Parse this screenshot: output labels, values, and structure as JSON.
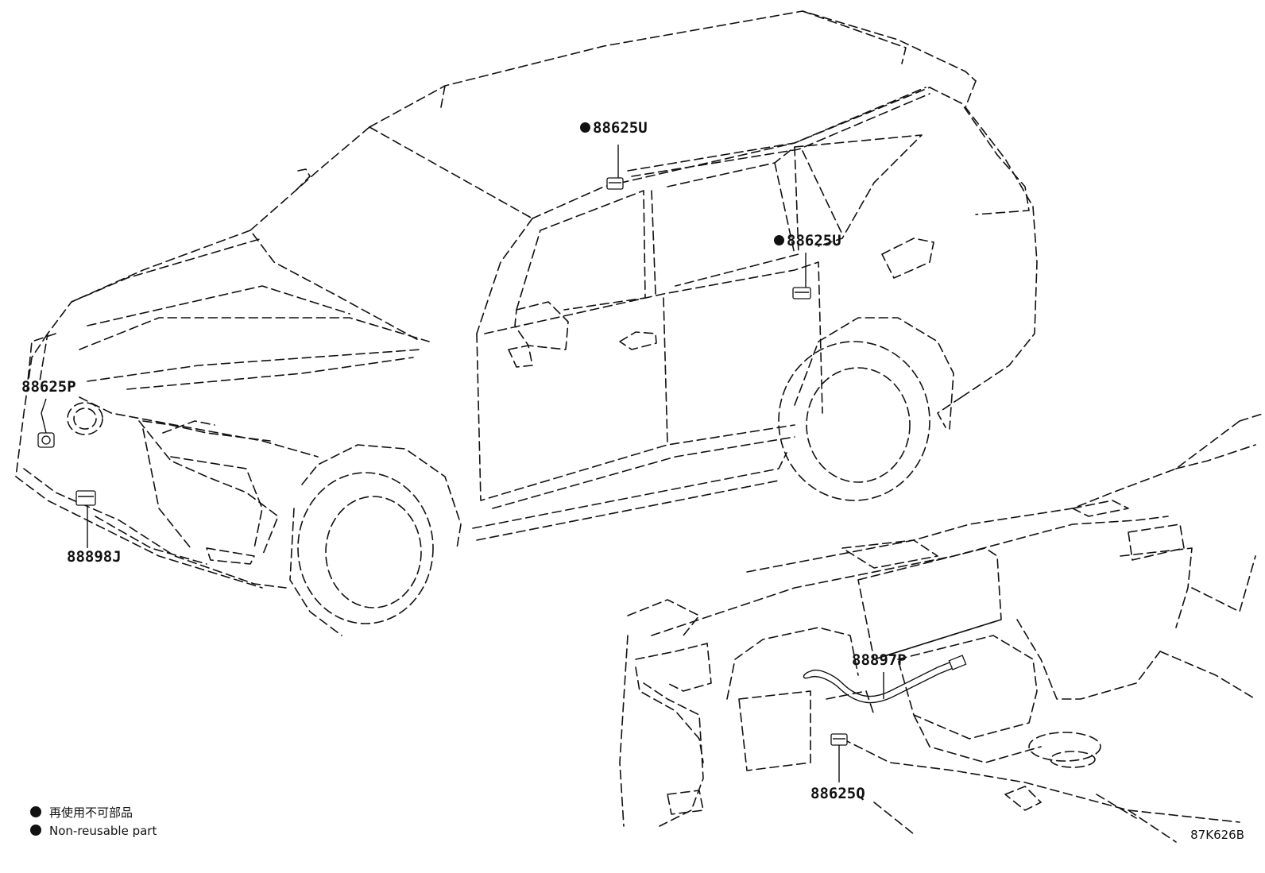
{
  "parts": {
    "roof_sensor": {
      "number": "88625U",
      "non_reusable": true
    },
    "pillar_sensor": {
      "number": "88625U",
      "non_reusable": true
    },
    "front_left_sensor": {
      "number": "88625P",
      "non_reusable": false
    },
    "front_lower_sensor": {
      "number": "88898J",
      "non_reusable": false
    },
    "dash_harness": {
      "number": "88897P",
      "non_reusable": false
    },
    "dash_sensor": {
      "number": "88625Q",
      "non_reusable": false
    }
  },
  "legend": {
    "japanese": "再使用不可部品",
    "english": "Non-reusable part"
  },
  "illustration_code": "87K626B",
  "colors": {
    "line": "#111111",
    "background": "#ffffff"
  }
}
